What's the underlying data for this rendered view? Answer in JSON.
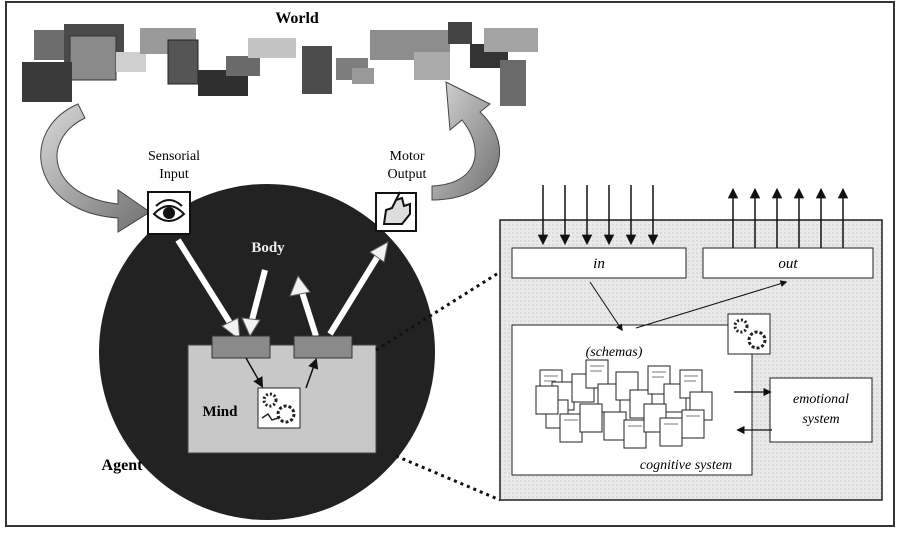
{
  "labels": {
    "world": "World",
    "sensorial_input": "Sensorial\nInput",
    "motor_output": "Motor\nOutput",
    "body": "Body",
    "mind": "Mind",
    "agent": "Agent",
    "in": "in",
    "out": "out",
    "schemas": "(schemas)",
    "emotional_system": "emotional\nsystem",
    "cognitive_system": "cognitive system"
  },
  "icons": {
    "eye": "eye-icon",
    "hand": "hand-icon",
    "gears": "gears-icon"
  },
  "colors": {
    "frame": "#333333",
    "agent_circle": "#222222",
    "mind_box": "#c8c8c8",
    "io_box": "#8a8a8a",
    "world_block_dark": "#3a3a3a",
    "world_block_mid": "#777777",
    "world_block_light": "#bcbcbc",
    "panel_bg": "#e6e6e6"
  }
}
